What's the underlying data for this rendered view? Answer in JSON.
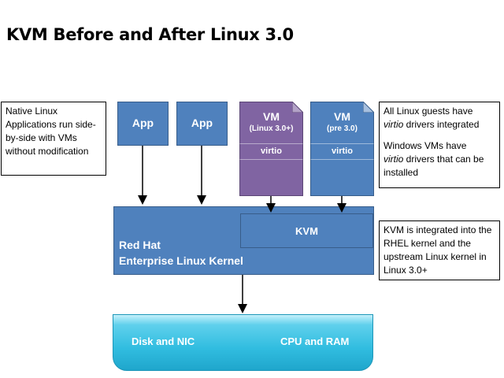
{
  "title": "KVM Before and After Linux 3.0",
  "notes": {
    "native": "Native Linux Applications run side-by-side with VMs without modification",
    "guests_line1": "All Linux guests have",
    "guests_italic": "virtio",
    "guests_line2": " drivers integrated",
    "windows_line1": "Windows VMs have",
    "windows_italic": "virtio",
    "windows_line2": " drivers that can be installed",
    "kvm": "KVM is integrated into the RHEL kernel and the upstream Linux kernel in Linux 3.0+"
  },
  "apps": [
    {
      "label": "App"
    },
    {
      "label": "App"
    }
  ],
  "vms": [
    {
      "title": "VM",
      "subtitle": "(Linux 3.0+)",
      "driver": "virtio",
      "color": "#8064a2"
    },
    {
      "title": "VM",
      "subtitle": "(pre 3.0)",
      "driver": "virtio",
      "color": "#4f81bd"
    }
  ],
  "kernel": {
    "line1": "Red Hat",
    "line2": "Enterprise Linux Kernel",
    "kvm_label": "KVM",
    "color": "#4f81bd"
  },
  "hardware": {
    "left_label": "Disk and NIC",
    "right_label": "CPU and RAM",
    "color": "#31bde0"
  }
}
